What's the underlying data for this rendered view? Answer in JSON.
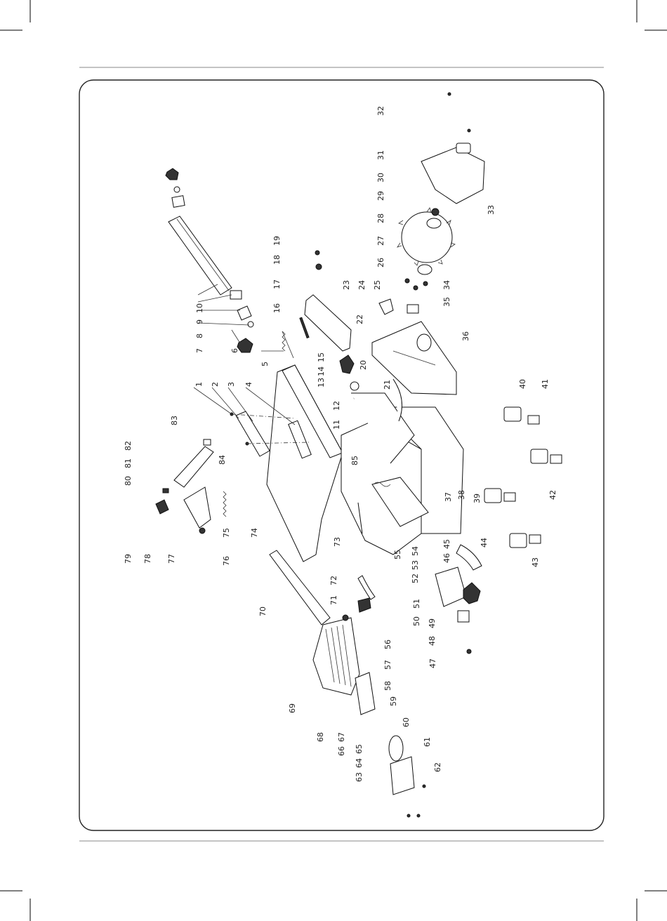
{
  "diagram": {
    "type": "exploded-parts-view",
    "part_numbers": [
      "1",
      "2",
      "3",
      "4",
      "5",
      "6",
      "7",
      "8",
      "9",
      "10",
      "11",
      "12",
      "13",
      "14",
      "15",
      "16",
      "17",
      "18",
      "19",
      "20",
      "21",
      "22",
      "23",
      "24",
      "25",
      "26",
      "27",
      "28",
      "29",
      "30",
      "31",
      "32",
      "33",
      "34",
      "35",
      "36",
      "37",
      "38",
      "39",
      "40",
      "41",
      "42",
      "43",
      "44",
      "45",
      "46",
      "47",
      "48",
      "49",
      "50",
      "51",
      "52",
      "53",
      "54",
      "55",
      "56",
      "57",
      "58",
      "59",
      "60",
      "61",
      "62",
      "63",
      "64",
      "65",
      "66",
      "67",
      "68",
      "69",
      "70",
      "71",
      "72",
      "73",
      "74",
      "75",
      "76",
      "77",
      "78",
      "79",
      "80",
      "81",
      "82",
      "83",
      "84",
      "85"
    ]
  }
}
